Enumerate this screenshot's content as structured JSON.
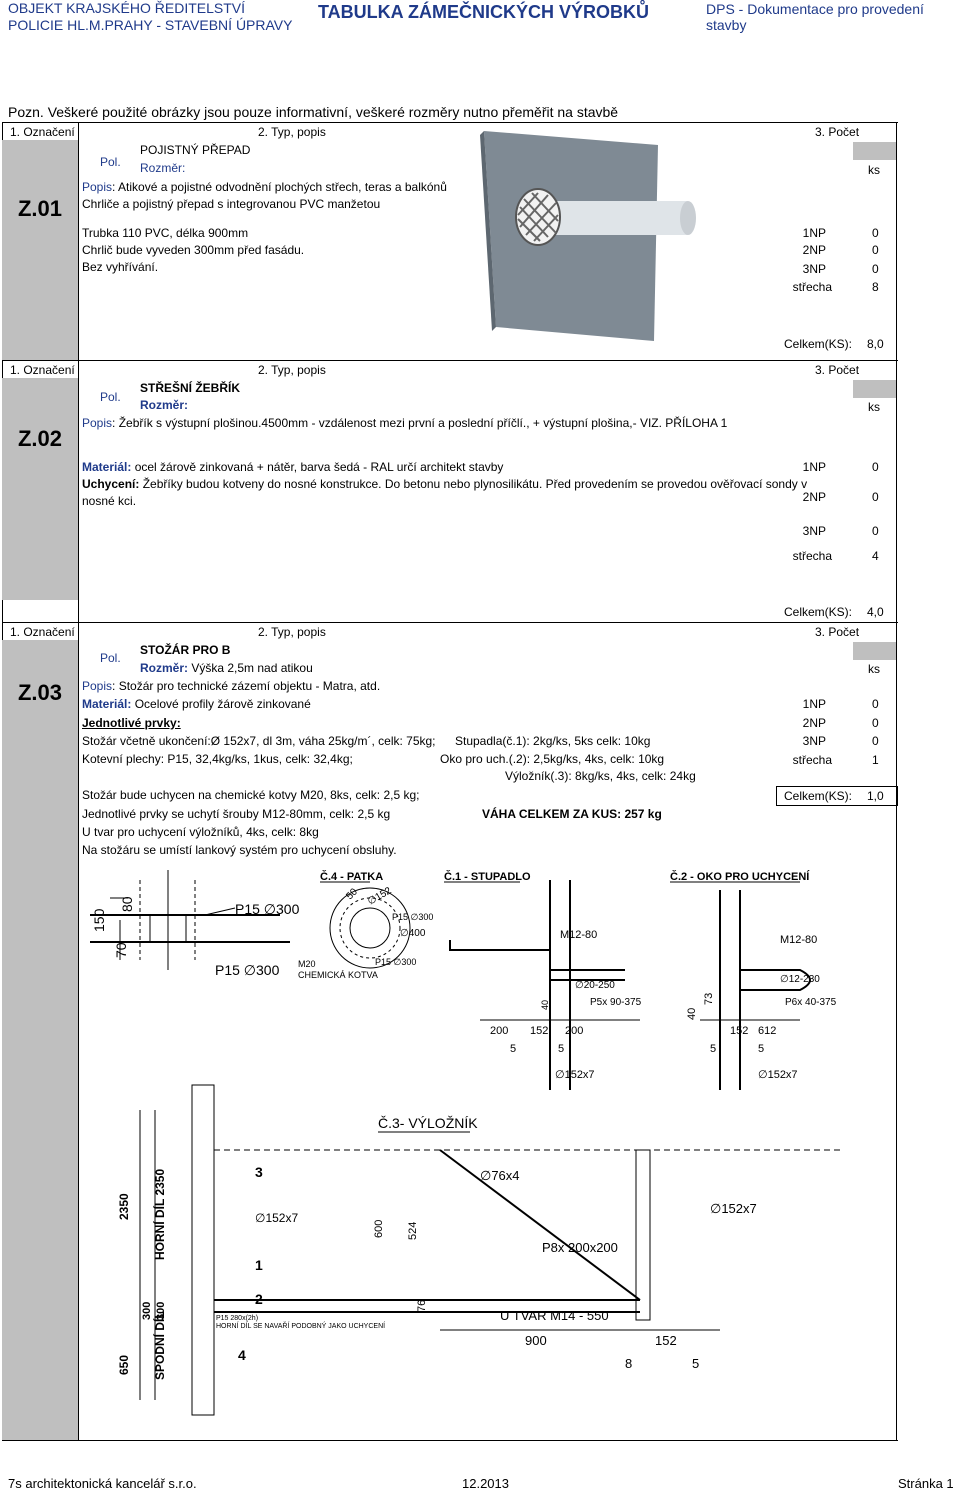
{
  "header": {
    "left_line1": "OBJEKT KRAJSKÉHO ŘEDITELSTVÍ",
    "left_line2": "POLICIE HL.M.PRAHY - STAVEBNÍ ÚPRAVY",
    "center": "TABULKA ZÁMEČNICKÝCH VÝROBKŮ",
    "right": "DPS - Dokumentace pro provedení stavby"
  },
  "note": "Pozn. Veškeré použité obrázky jsou pouze informativní, veškeré rozměry nutno přeměřit na stavbě",
  "columns": {
    "c1": "1. Označení",
    "c2": "2. Typ, popis",
    "c3": "3. Počet",
    "unit": "ks",
    "total_label": "Celkem(KS):"
  },
  "items": [
    {
      "code": "Z.01",
      "pol": "Pol.",
      "name": "POJISTNÝ PŘEPAD",
      "rozmer_label": "Rozměr:",
      "rozmer_value": "",
      "popis_label": "Popis",
      "popis": ": Atikové a pojistné odvodnění plochých střech, teras a balkónů",
      "lines": [
        "Chrliče a pojistný přepad s integrovanou PVC manžetou",
        "Trubka 110 PVC, délka 900mm",
        "Chrlič bude vyveden 300mm před fasádu.",
        "Bez vyhřívání."
      ],
      "counts": [
        {
          "floor": "1NP",
          "qty": "0"
        },
        {
          "floor": "2NP",
          "qty": "0"
        },
        {
          "floor": "3NP",
          "qty": "0"
        },
        {
          "floor": "střecha",
          "qty": "8"
        }
      ],
      "total": "8,0"
    },
    {
      "code": "Z.02",
      "pol": "Pol.",
      "name": "STŘEŠNÍ ŽEBŘÍK",
      "rozmer_label": "Rozměr:",
      "popis_label": "Popis",
      "popis": ": Žebřík s výstupní plošinou.4500mm - vzdálenost mezi první a poslední příčlí., + výstupní plošina,- VIZ. PŘÍLOHA 1",
      "material_label": "Materiál:",
      "material": " ocel žárově zinkovaná + nátěr, barva šedá - RAL určí architekt stavby",
      "uchyceni_label": "Uchycení:",
      "uchyceni_1": " Žebříky budou kotveny do nosné konstrukce.  Do betonu nebo plynosilikátu. Před provedením se provedou ověřovací sondy v",
      "uchyceni_2": "nosné kci.",
      "counts": [
        {
          "floor": "1NP",
          "qty": "0"
        },
        {
          "floor": "2NP",
          "qty": "0"
        },
        {
          "floor": "3NP",
          "qty": "0"
        },
        {
          "floor": "střecha",
          "qty": "4"
        }
      ],
      "total": "4,0"
    },
    {
      "code": "Z.03",
      "pol": "Pol.",
      "name": "STOŽÁR PRO B",
      "rozmer_label": "Rozměr:",
      "rozmer_value": " Výška 2,5m nad atikou",
      "popis_label": "Popis",
      "popis": ": Stožár pro technické zázemí objektu - Matra, atd.",
      "material_label": "Materiál:",
      "material": " Ocelové profily žárově zinkované",
      "prvky_label": "Jednotlivé prvky:",
      "prvek1": "Stožár včetně ukončení:Ø 152x7, dl 3m, váha 25kg/m´, celk: 75kg;",
      "prvek2": "Kotevní plechy: P15, 32,4kg/ks, 1kus, celk: 32,4kg;",
      "prvek3": "Stupadla(č.1): 2kg/ks, 5ks celk: 10kg",
      "prvek4": "Oko pro uch.(.2): 2,5kg/ks, 4ks, celk: 10kg",
      "prvek5": "Výložník(.3): 8kg/ks, 4ks, celk: 24kg",
      "line1": "Stožár bude uchycen na chemické kotvy M20, 8ks, celk: 2,5 kg;",
      "line2": "Jednotlivé prvky se uchytí šrouby M12-80mm, celk: 2,5 kg",
      "vaha": "VÁHA CELKEM ZA KUS: 257 kg",
      "line3": "U tvar pro uchycení výložníků, 4ks, celk: 8kg",
      "line4": "Na stožáru se umístí lankový systém pro uchycení obsluhy.",
      "counts": [
        {
          "floor": "1NP",
          "qty": "0"
        },
        {
          "floor": "2NP",
          "qty": "0"
        },
        {
          "floor": "3NP",
          "qty": "0"
        },
        {
          "floor": "střecha",
          "qty": "1"
        }
      ],
      "total": "1,0"
    }
  ],
  "drawing": {
    "t_patka": "Č.4 - PATKA",
    "t_stupadlo": "Č.1 - STUPADLO",
    "t_oko": "Č.2 - OKO PRO UCHYCENÍ",
    "t_vylo": "Č.3- VÝLOŽNÍK",
    "p15a": "P15 ∅300",
    "p15b": "P15 ∅300",
    "p15c": "P15 ∅300",
    "p15d": "P15 ∅300",
    "m20": "M20",
    "chem": "CHEMICKÁ KOTVA",
    "d50": "50",
    "d152": "∅152",
    "d400": "∅400",
    "d80": "80",
    "d150": "150",
    "d70": "70",
    "m12a": "M12-80",
    "m12b": "M12-80",
    "d20250": "∅20-250",
    "p5x": "P5x 90-375",
    "n200a": "200",
    "n152a": "152",
    "n200b": "200",
    "n5a": "5",
    "n5b": "5",
    "d152x7a": "∅152x7",
    "n40": "40",
    "n73": "73",
    "n40b": "40",
    "d12230": "∅12-230",
    "p6x": "P6x 40-375",
    "n152b": "152",
    "n612": "612",
    "n5c": "5",
    "n5d": "5",
    "d152x7b": "∅152x7",
    "n3": "3",
    "d76": "∅76x4",
    "d152x7c": "∅152x7",
    "d152x7d": "∅152x7",
    "n600": "600",
    "n524": "524",
    "p8x": "P8x 200x200",
    "n2350": "2350",
    "horni": "HORNÍ DÍL 2350",
    "n300a": "300",
    "n300b": "300",
    "n1": "1",
    "n2": "2",
    "n76": "76",
    "utvar": "U TVAR M14 - 550",
    "n900": "900",
    "n152c": "152",
    "n8": "8",
    "n5e": "5",
    "n650": "650",
    "spodni": "SPODNÍ DÍL",
    "n4": "4",
    "p15note1": "P15 280x(2h)",
    "p15note2": "HORNÍ DÍL SE NAVAŘÍ PODOBNÝ JAKO UCHYCENÍ"
  },
  "footer": {
    "left": "7s architektonická kancelář s.r.o.",
    "center": "12.2013",
    "right": "Stránka 1"
  }
}
